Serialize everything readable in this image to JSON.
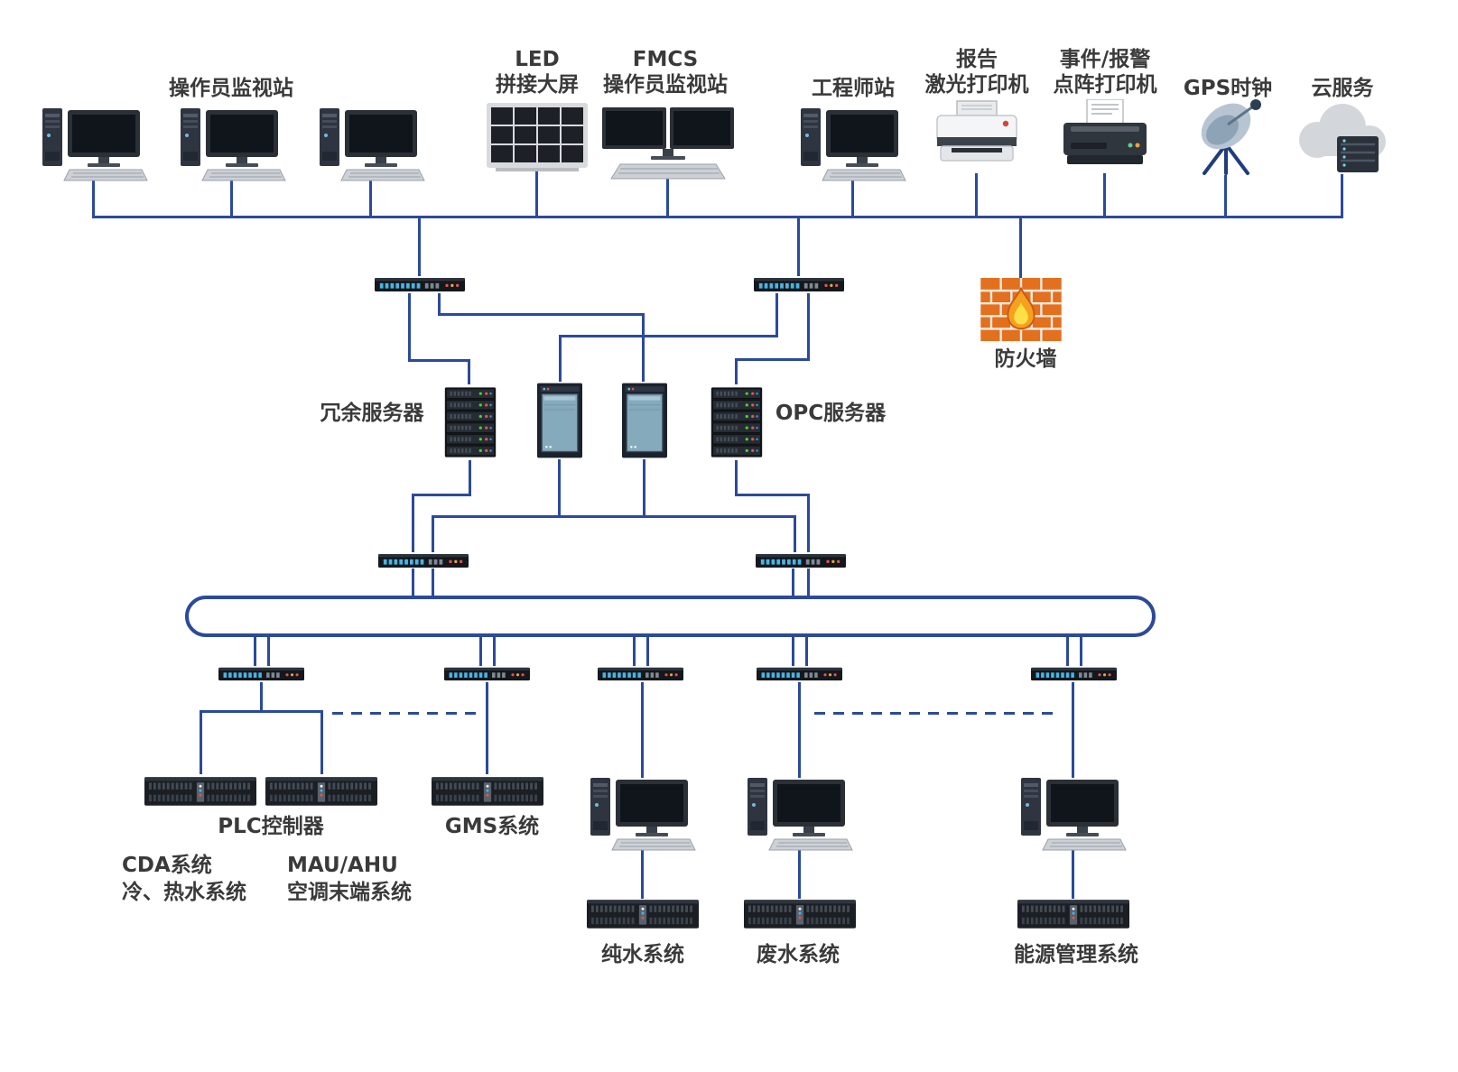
{
  "colors": {
    "line": "#2b4a9b",
    "text": "#3a3a3a",
    "firewall_brick": "#e2701f",
    "flame": "#f6a11e"
  },
  "labels": {
    "operator_station": "操作员监视站",
    "led_wall_1": "LED",
    "led_wall_2": "拼接大屏",
    "fmcs_station_1": "FMCS",
    "fmcs_station_2": "操作员监视站",
    "engineer_station": "工程师站",
    "laser_printer_1": "报告",
    "laser_printer_2": "激光打印机",
    "dot_matrix_printer_1": "事件/报警",
    "dot_matrix_printer_2": "点阵打印机",
    "gps_clock": "GPS时钟",
    "cloud_service": "云服务",
    "firewall": "防火墙",
    "redundant_server": "冗余服务器",
    "opc_server": "OPC服务器",
    "plc_controller": "PLC控制器",
    "cda_system_1": "CDA系统",
    "cda_system_2": "冷、热水系统",
    "mau_ahu_1": "MAU/AHU",
    "mau_ahu_2": "空调末端系统",
    "gms_system": "GMS系统",
    "pure_water_system": "纯水系统",
    "waste_water_system": "废水系统",
    "energy_management_system": "能源管理系统"
  }
}
